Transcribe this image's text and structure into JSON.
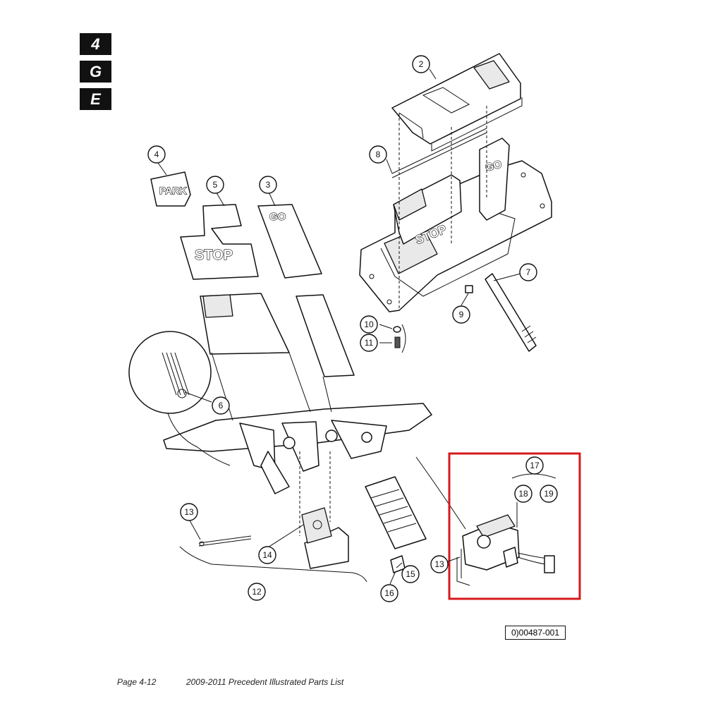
{
  "section_tabs": [
    "4",
    "G",
    "E"
  ],
  "diagram": {
    "pedal_text": {
      "park": "PARK",
      "stop": "STOP",
      "go": "GO"
    },
    "callouts": [
      {
        "label": "2"
      },
      {
        "label": "4"
      },
      {
        "label": "5"
      },
      {
        "label": "3"
      },
      {
        "label": "8"
      },
      {
        "label": "7"
      },
      {
        "label": "9"
      },
      {
        "label": "10"
      },
      {
        "label": "11"
      },
      {
        "label": "6"
      },
      {
        "label": "13"
      },
      {
        "label": "14"
      },
      {
        "label": "12"
      },
      {
        "label": "15"
      },
      {
        "label": "16"
      },
      {
        "label": "17"
      },
      {
        "label": "18"
      },
      {
        "label": "19"
      },
      {
        "label": "13"
      }
    ],
    "highlight_color": "#d7191c",
    "figure_id": "0)00487-001"
  },
  "footer": {
    "page": "Page 4-12",
    "title": "2009-2011 Precedent  Illustrated Parts List"
  }
}
